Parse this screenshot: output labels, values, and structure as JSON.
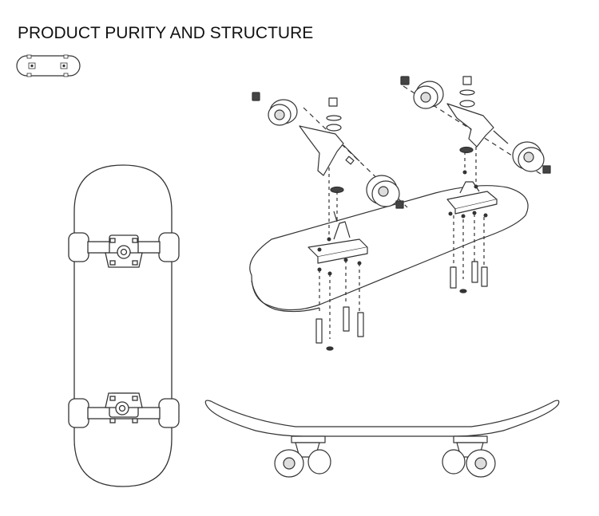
{
  "title": "PRODUCT PURITY AND STRUCTURE",
  "colors": {
    "line": "#333333",
    "fill": "#ffffff",
    "dot": "#444444",
    "wheel_shade": "#dddddd"
  },
  "icons": {
    "thumbnail": "skateboard-mini-icon",
    "top_view": "skateboard-top-view",
    "exploded_view": "skateboard-exploded-view",
    "side_view": "skateboard-side-view"
  }
}
